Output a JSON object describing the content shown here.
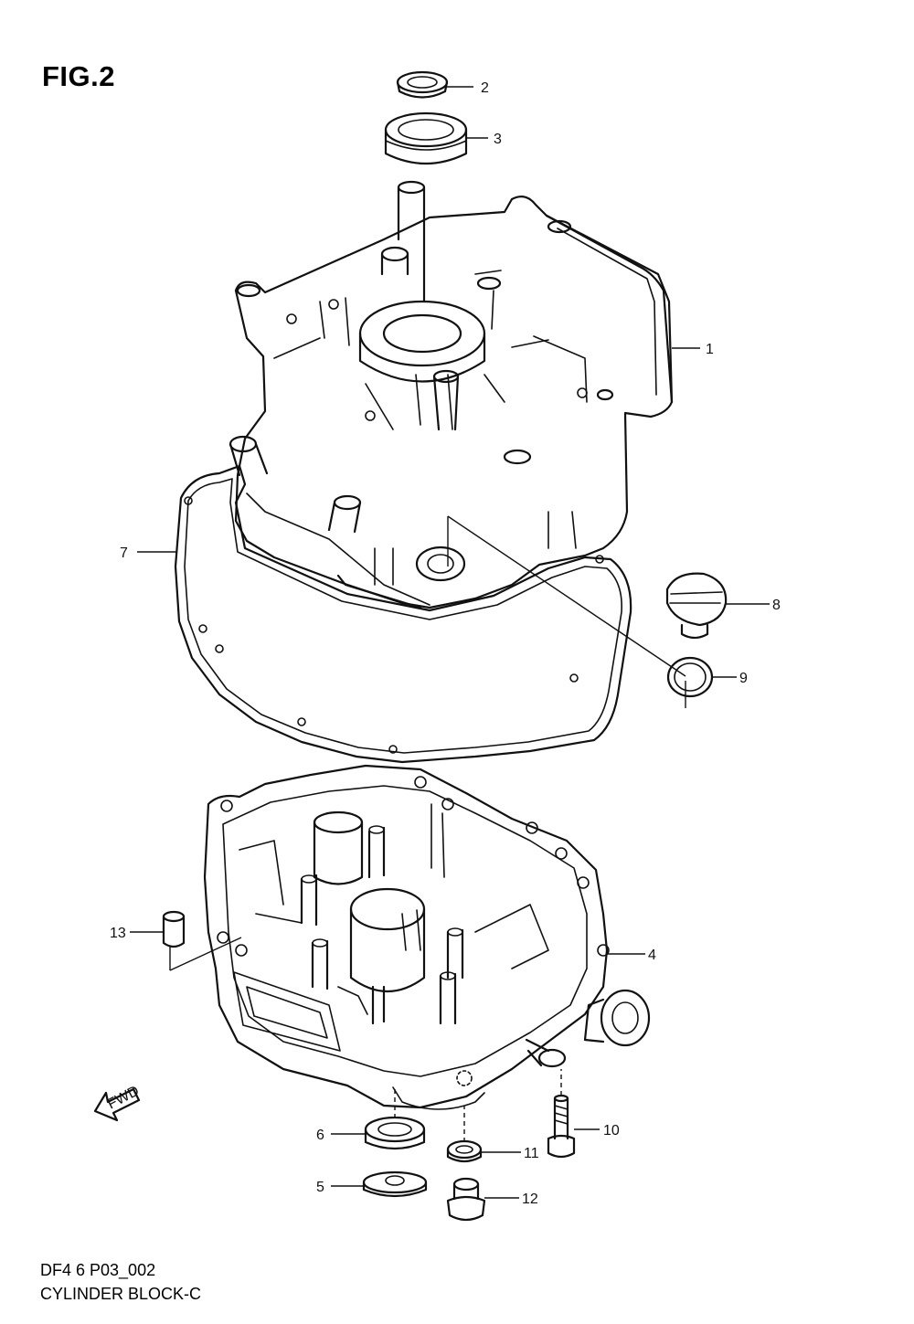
{
  "figure": {
    "title": "FIG.2",
    "code": "DF4 6 P03_002",
    "name": "CYLINDER BLOCK-C",
    "fwd_label": "FWD"
  },
  "callouts": [
    {
      "id": "c1",
      "label": "1"
    },
    {
      "id": "c2",
      "label": "2"
    },
    {
      "id": "c3",
      "label": "3"
    },
    {
      "id": "c4",
      "label": "4"
    },
    {
      "id": "c5",
      "label": "5"
    },
    {
      "id": "c6",
      "label": "6"
    },
    {
      "id": "c7",
      "label": "7"
    },
    {
      "id": "c8",
      "label": "8"
    },
    {
      "id": "c9",
      "label": "9"
    },
    {
      "id": "c10",
      "label": "10"
    },
    {
      "id": "c11",
      "label": "11"
    },
    {
      "id": "c12",
      "label": "12"
    },
    {
      "id": "c13",
      "label": "13"
    }
  ]
}
